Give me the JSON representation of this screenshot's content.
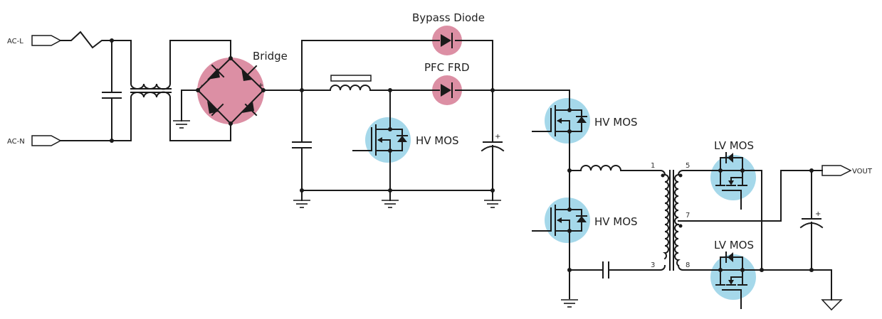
{
  "diagram": {
    "colors": {
      "highlight_pink": "#dc8fa4",
      "highlight_blue": "#a5d8ea",
      "wire": "#1a1a1a"
    },
    "ports": {
      "ac_l": "AC-L",
      "ac_n": "AC-N",
      "vout": "VOUT"
    },
    "components": {
      "bridge": "Bridge",
      "bypass_diode": "Bypass Diode",
      "pfc_frd": "PFC FRD",
      "pfc_mos": "HV MOS",
      "hv_mos_high": "HV MOS",
      "hv_mos_low": "HV MOS",
      "lv_mos_top": "LV MOS",
      "lv_mos_bottom": "LV MOS"
    },
    "transformer_pins": {
      "p1": "1",
      "p3": "3",
      "p5": "5",
      "p7": "7",
      "p8": "8"
    },
    "polarity": {
      "plus": "+",
      "minus": "-"
    }
  }
}
